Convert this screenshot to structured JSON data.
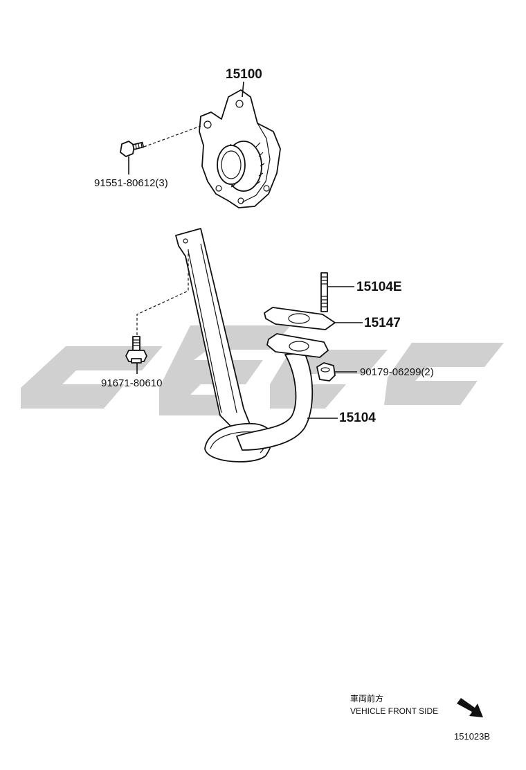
{
  "parts": {
    "oil_pump": "15100",
    "pump_bolt": "91551-80612(3)",
    "stud": "15104E",
    "gasket": "15147",
    "strainer_nut": "90179-06299(2)",
    "strainer": "15104",
    "strainer_bolt": "91671-80610"
  },
  "legend": {
    "japanese": "車両前方",
    "english": "VEHICLE FRONT SIDE"
  },
  "figure_id": "151023B",
  "colors": {
    "ink": "#111111",
    "watermark": "#d0d0d0",
    "background": "#ffffff"
  }
}
